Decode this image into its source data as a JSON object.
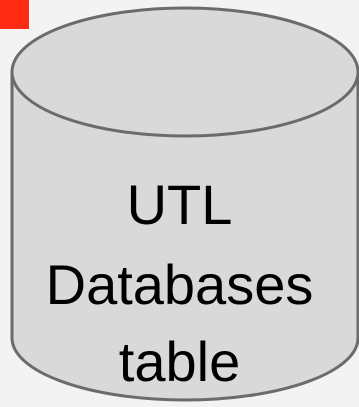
{
  "diagram": {
    "shape": "cylinder",
    "label_lines": [
      "UTL",
      "Databases",
      "table"
    ],
    "fill_color": "#d9d9d9",
    "stroke_color": "#6b6b6b",
    "background_color": "#f3f3f3",
    "corner_marker_color": "#ff2a12"
  }
}
